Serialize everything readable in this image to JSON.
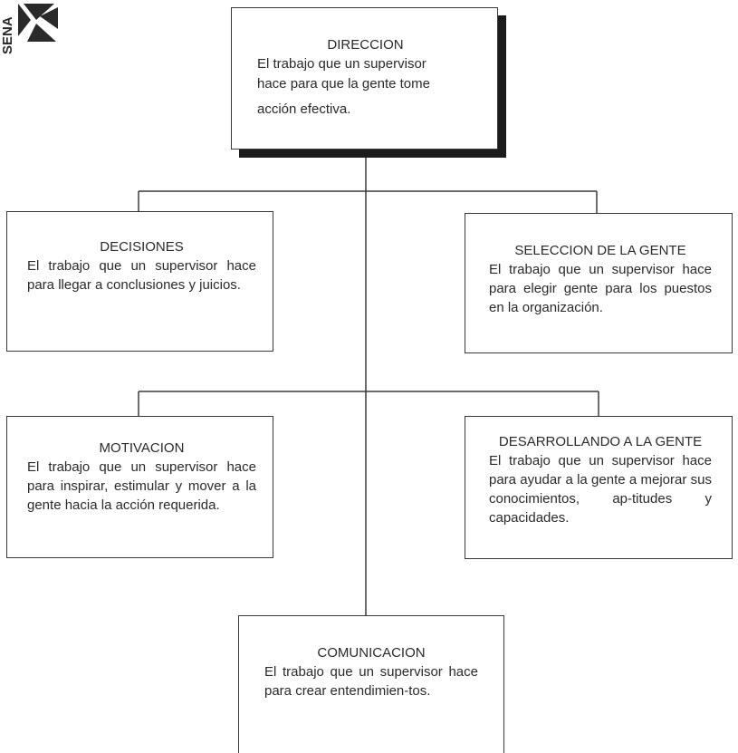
{
  "logo": {
    "text": "SENA",
    "colors": {
      "mark": "#2a2a2a"
    }
  },
  "chart": {
    "root": {
      "title": "DIRECCION",
      "lines": [
        "El trabajo que un supervisor",
        "hace para que la gente tome"
      ],
      "last_line": "acción efectiva."
    },
    "decisiones": {
      "title": "DECISIONES",
      "body": "El trabajo que un supervisor hace para llegar a conclusiones y juicios."
    },
    "seleccion": {
      "title": "SELECCION DE LA GENTE",
      "body": "El trabajo que un supervisor hace para elegir gente para los puestos en la organización."
    },
    "motivacion": {
      "title": "MOTIVACION",
      "body": "El trabajo que un supervisor hace para inspirar, estimular y mover a la gente hacia la acción requerida."
    },
    "desarrollando": {
      "title": "DESARROLLANDO A LA GENTE",
      "body": "El trabajo que un supervisor hace para ayudar a la gente a mejorar sus conocimientos, ap-titudes y capacidades."
    },
    "comunicacion": {
      "title": "COMUNICACION",
      "body": "El trabajo que un supervisor hace para crear entendimien-tos."
    }
  },
  "colors": {
    "line": "#3a3a3a",
    "shadow": "#1c1c1c",
    "text": "#2a2a2a"
  }
}
